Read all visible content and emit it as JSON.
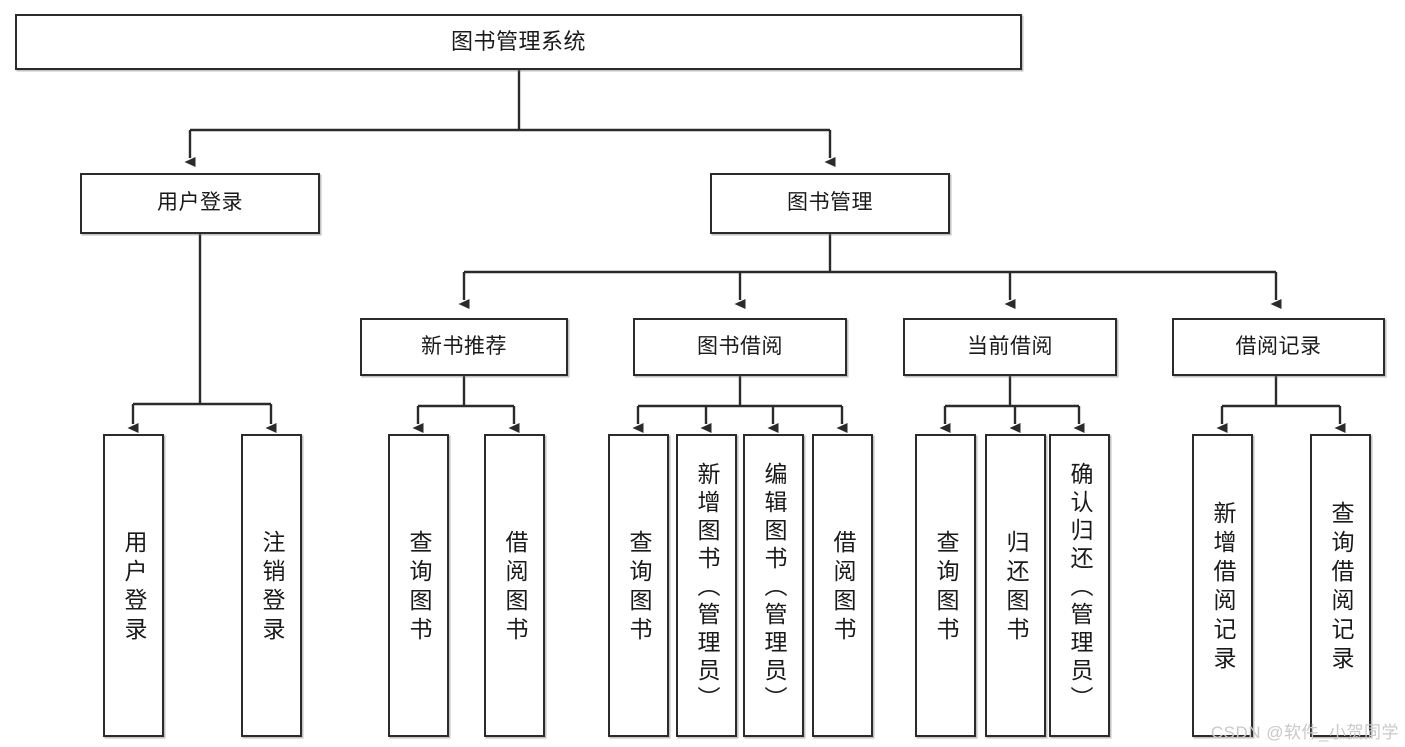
{
  "diagram": {
    "title": "图书管理系统",
    "type": "tree-hierarchy-diagram",
    "watermark": "CSDN @软件_小贺同学",
    "colors": {
      "box_border": "#2b2b2b",
      "box_fill": "#ffffff",
      "connector": "#2b2b2b",
      "text": "#1a1a1a",
      "watermark": "#c9c9c9"
    },
    "nodes": {
      "root": {
        "label": "图书管理系统"
      },
      "level2": [
        {
          "id": "user-login",
          "label": "用户登录"
        },
        {
          "id": "book-manage",
          "label": "图书管理"
        }
      ],
      "level3": [
        {
          "id": "new-book-recommend",
          "label": "新书推荐"
        },
        {
          "id": "book-borrow",
          "label": "图书借阅"
        },
        {
          "id": "current-borrow",
          "label": "当前借阅"
        },
        {
          "id": "borrow-record",
          "label": "借阅记录"
        }
      ],
      "leaves": [
        {
          "id": "leaf-user-login",
          "label": "用户登录",
          "parent": "user-login"
        },
        {
          "id": "leaf-logout-login",
          "label": "注销登录",
          "parent": "user-login"
        },
        {
          "id": "leaf-query-book-1",
          "label": "查询图书",
          "parent": "new-book-recommend"
        },
        {
          "id": "leaf-borrow-book-1",
          "label": "借阅图书",
          "parent": "new-book-recommend"
        },
        {
          "id": "leaf-query-book-2",
          "label": "查询图书",
          "parent": "book-borrow"
        },
        {
          "id": "leaf-add-book-admin",
          "label": "新增图书（管理员）",
          "parent": "book-borrow"
        },
        {
          "id": "leaf-edit-book-admin",
          "label": "编辑图书（管理员）",
          "parent": "book-borrow"
        },
        {
          "id": "leaf-borrow-book-2",
          "label": "借阅图书",
          "parent": "book-borrow"
        },
        {
          "id": "leaf-query-book-3",
          "label": "查询图书",
          "parent": "current-borrow"
        },
        {
          "id": "leaf-return-book",
          "label": "归还图书",
          "parent": "current-borrow"
        },
        {
          "id": "leaf-confirm-return",
          "label": "确认归还（管理员）",
          "parent": "current-borrow"
        },
        {
          "id": "leaf-add-record",
          "label": "新增借阅记录",
          "parent": "borrow-record"
        },
        {
          "id": "leaf-query-record",
          "label": "查询借阅记录",
          "parent": "borrow-record"
        }
      ]
    }
  }
}
